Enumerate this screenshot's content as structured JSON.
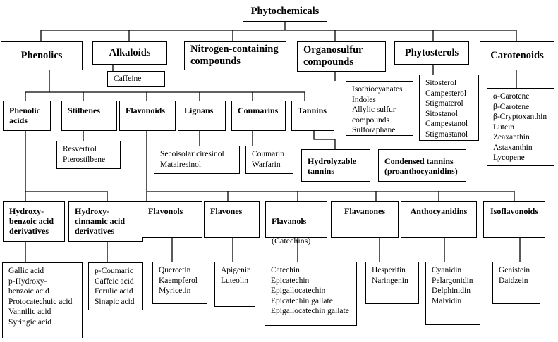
{
  "root": "Phytochemicals",
  "level1": {
    "phenolics": "Phenolics",
    "alkaloids": "Alkaloids",
    "nitrogen": "Nitrogen-containing\ncompounds",
    "organosulfur": "Organosulfur\ncompounds",
    "phytosterols": "Phytosterols",
    "carotenoids": "Carotenoids"
  },
  "lists1": {
    "alkaloids": "Caffeine",
    "organosulfur": "Isothiocyanates\nIndoles\nAllylic sulfur\ncompounds\nSulforaphane",
    "phytosterols": "Sitosterol\nCampesterol\nStigmaterol\nSitostanol\nCampestanol\nStigmastanol",
    "carotenoids": "α-Carotene\nβ-Carotene\nβ-Cryptoxanthin\nLutein\nZeaxanthin\nAstaxanthin\nLycopene"
  },
  "phenolic_classes": {
    "phenolic_acids": "Phenolic\nacids",
    "stilbenes": "Stilbenes",
    "flavonoids": "Flavonoids",
    "lignans": "Lignans",
    "coumarins": "Coumarins",
    "tannins": "Tannins"
  },
  "phenolic_lists": {
    "stilbenes": "Resvertrol\nPterostilbene",
    "lignans": "Secoisolariciresinol\nMatairesinol",
    "coumarins": "Coumarin\nWarfarin"
  },
  "tannin_types": {
    "hydrolyzable": "Hydrolyzable\ntannins",
    "condensed": "Condensed tannins\n(proanthocyanidins)"
  },
  "acid_types": {
    "hydroxybenzoic": "Hydroxy-\nbenzoic acid\nderivatives",
    "hydroxycinnamic": "Hydroxy-\ncinnamic acid\nderivatives"
  },
  "acid_lists": {
    "hydroxybenzoic": "Gallic acid\np-Hydroxy-\n   benzoic acid\nProtocatechuic acid\nVannilic acid\nSyringic acid",
    "hydroxycinnamic": "p-Coumaric\nCaffeic acid\nFerulic acid\nSinapic acid"
  },
  "flavonoid_classes": {
    "flavonols": "Flavonols",
    "flavones": "Flavones",
    "flavanols": "Flavanols",
    "flavanols_sub": "(Catechins)",
    "flavanones": "Flavanones",
    "anthocyanidins": "Anthocyanidins",
    "isoflavonoids": "Isoflavonoids"
  },
  "flavonoid_lists": {
    "flavonols": "Quercetin\nKaempferol\nMyricetin",
    "flavones": "Apigenin\nLuteolin",
    "flavanols": "Catechin\nEpicatechin\nEpigallocatechin\nEpicatechin gallate\nEpigallocatechin gallate",
    "flavanones": "Hesperitin\nNaringenin",
    "anthocyanidins": "Cyanidin\nPelargonidin\nDelphinidin\nMalvidin",
    "isoflavonoids": "Genistein\nDaidzein"
  }
}
